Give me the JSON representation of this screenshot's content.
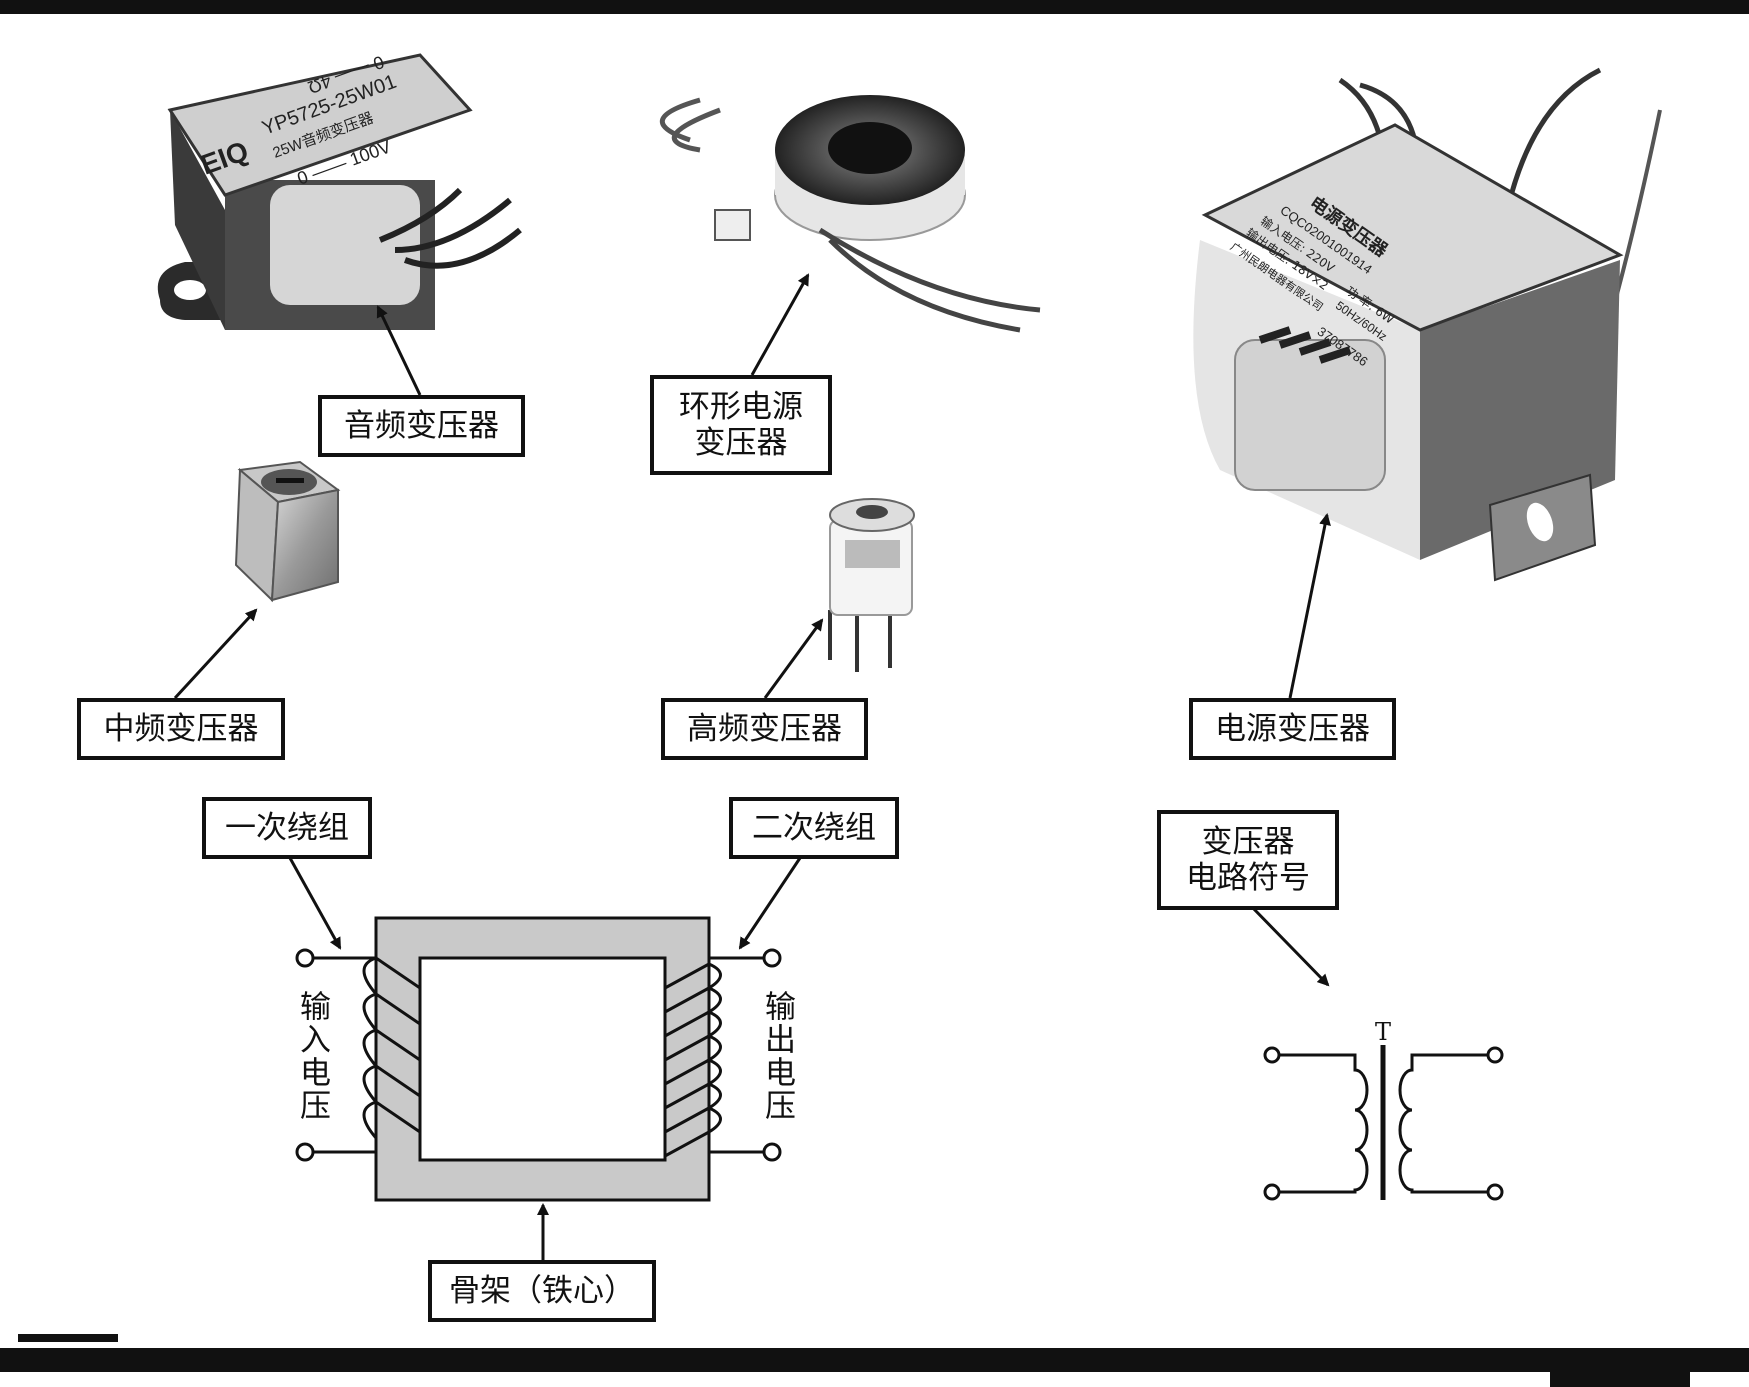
{
  "labels": {
    "audio_transformer": "音频变压器",
    "toroidal_transformer": "环形电源\n变压器",
    "if_transformer": "中频变压器",
    "hf_transformer": "高频变压器",
    "power_transformer": "电源变压器",
    "primary_winding": "一次绕组",
    "secondary_winding": "二次绕组",
    "core": "骨架（铁心）",
    "symbol_caption": "变压器\n电路符号",
    "input_voltage": "输入电压",
    "output_voltage": "输出电压",
    "symbol_T": "T"
  },
  "photo_text": {
    "audio_brand": "EIQ",
    "audio_model": "YP5725-25W01",
    "audio_desc": "25W音频变压器",
    "audio_spec_top": "0 —— 4Ω",
    "audio_spec_bottom": "0 —— 100V",
    "power_title": "电源变压器",
    "power_cert": "CQC02001001914",
    "power_input": "输入电压: 220V",
    "power_output": "输出电压: 18V×2",
    "power_rating": "功 率: 6W",
    "power_freq": "50Hz/60Hz",
    "power_maker": "广州民朗电器有限公司",
    "power_serial": "37087786"
  }
}
